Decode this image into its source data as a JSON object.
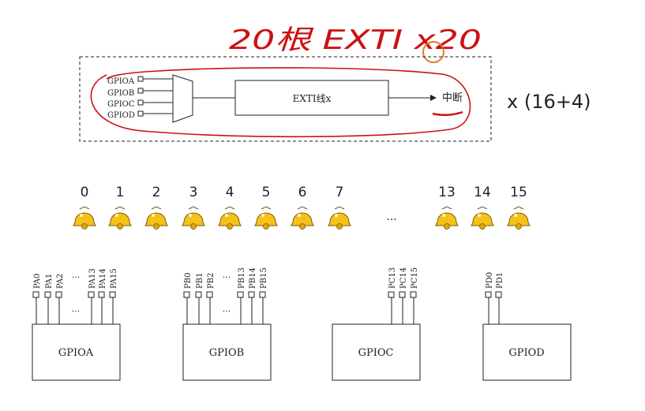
{
  "annotation": {
    "handwriting": "20根 EXTI x20",
    "multiplier": "x (16+4)"
  },
  "exti_block": {
    "inputs": [
      "GPIOA",
      "GPIOB",
      "GPIOC",
      "GPIOD"
    ],
    "line_label": "EXTI线x",
    "output_label": "中断"
  },
  "lines": {
    "labels": [
      "0",
      "1",
      "2",
      "3",
      "4",
      "5",
      "6",
      "7",
      "13",
      "14",
      "15"
    ],
    "ellipsis": "..."
  },
  "ports": [
    {
      "name": "GPIOA",
      "pins_left": [
        "PA0",
        "PA1",
        "PA2"
      ],
      "pins_right": [
        "PA13",
        "PA14",
        "PA15"
      ],
      "gap": "..."
    },
    {
      "name": "GPIOB",
      "pins_left": [
        "PB0",
        "PB1",
        "PB2"
      ],
      "pins_right": [
        "PB13",
        "PB14",
        "PB15"
      ],
      "gap": "..."
    },
    {
      "name": "GPIOC",
      "pins_left": [],
      "pins_right": [
        "PC13",
        "PC14",
        "PC15"
      ],
      "gap": ""
    },
    {
      "name": "GPIOD",
      "pins_left": [
        "PD0",
        "PD1"
      ],
      "pins_right": [],
      "gap": ""
    }
  ],
  "colors": {
    "ink": "#222222",
    "red_marker": "#cc1111",
    "orange_circle": "#e07a2a",
    "bell_fill": "#f6c21a",
    "bell_outline": "#7a5a00"
  }
}
